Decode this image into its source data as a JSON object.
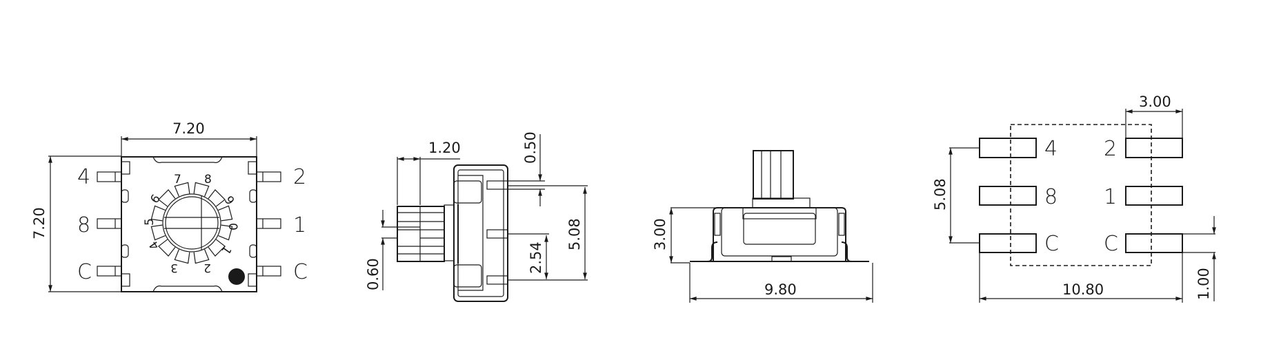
{
  "drawing": {
    "subject": "Rotary coded switch mechanical drawing",
    "line_color": "#1a1a1a",
    "background": "#ffffff"
  },
  "top_view": {
    "dim_width": "7.20",
    "dim_height": "7.20",
    "pin_labels_left": [
      "4",
      "8",
      "C"
    ],
    "pin_labels_right": [
      "2",
      "1",
      "C"
    ],
    "dial_digits": [
      "0",
      "1",
      "2",
      "3",
      "4",
      "5",
      "6",
      "7",
      "8",
      "9"
    ],
    "polarity_mark": "filled-dot"
  },
  "side_view": {
    "dim_knob_depth": "1.20",
    "dim_lead_thickness": "0.50",
    "dim_pitch_outer": "5.08",
    "dim_pitch_inner": "2.54",
    "dim_slot_width": "0.60"
  },
  "front_view": {
    "dim_height": "3.00",
    "dim_width": "9.80"
  },
  "footprint_view": {
    "dim_pad_length": "3.00",
    "dim_pad_pitch": "5.08",
    "dim_overall_width": "10.80",
    "dim_pad_width": "1.00",
    "pad_labels_left": [
      "4",
      "8",
      "C"
    ],
    "pad_labels_right": [
      "2",
      "1",
      "C"
    ]
  }
}
